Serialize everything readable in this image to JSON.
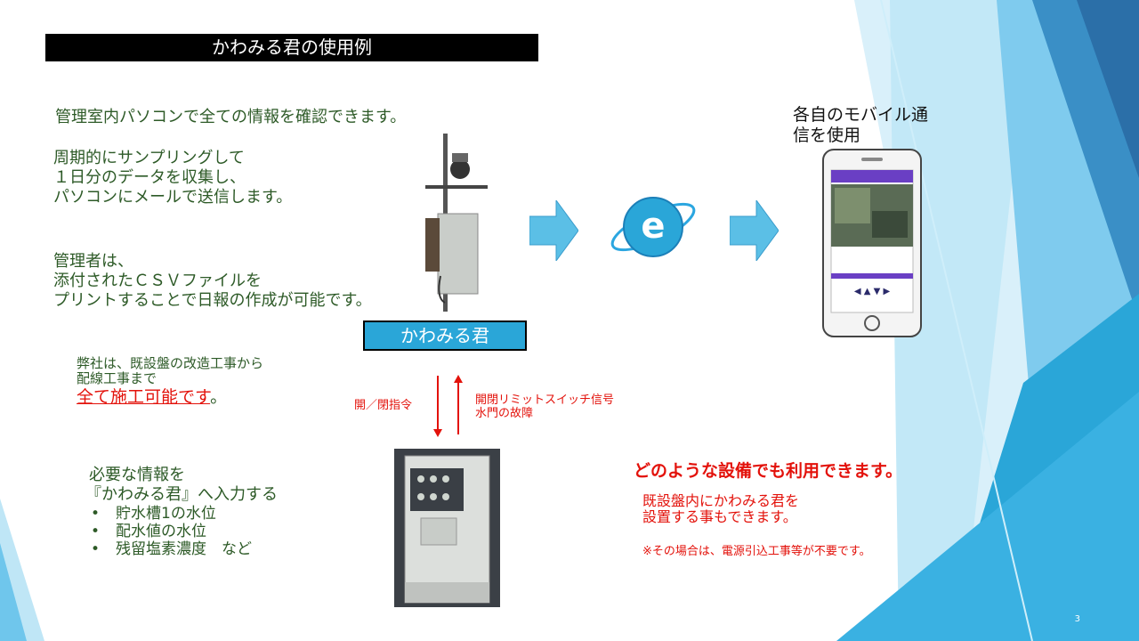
{
  "title": "かわみる君の使用例",
  "left": {
    "p1": "管理室内パソコンで全ての情報を確認できます。",
    "p2": [
      "周期的にサンプリングして",
      "１日分のデータを収集し、",
      "パソコンにメールで送信します。"
    ],
    "p3": [
      "管理者は、",
      "添付されたＣＳＶファイルを",
      "プリントすることで日報の作成が可能です。"
    ]
  },
  "mobile_label": [
    "各自のモバイル通",
    "信を使用"
  ],
  "device_tag": "かわみる君",
  "company": {
    "line1": "弊社は、既設盤の改造工事から",
    "line2": "配線工事まで",
    "emph": "全て施工可能です",
    "tail": "。"
  },
  "signals": {
    "down": "開／閉指令",
    "up": [
      "開閉リミットスイッチ信号",
      "水門の故障"
    ]
  },
  "info": {
    "head": [
      "必要な情報を",
      "『かわみる君』へ入力する"
    ],
    "items": [
      "貯水槽1の水位",
      "配水値の水位",
      "残留塩素濃度　など"
    ]
  },
  "right": {
    "headline": "どのような設備でも利用できます。",
    "sub": [
      "既設盤内にかわみる君を",
      "設置する事もできます。"
    ],
    "note": "※その場合は、電源引込工事等が不要です。"
  },
  "page_number": "3",
  "colors": {
    "accent_blue": "#2aa6d8",
    "arrow_blue": "#5bbfe6",
    "red": "#e3120b",
    "green_text": "#2d5a27"
  }
}
